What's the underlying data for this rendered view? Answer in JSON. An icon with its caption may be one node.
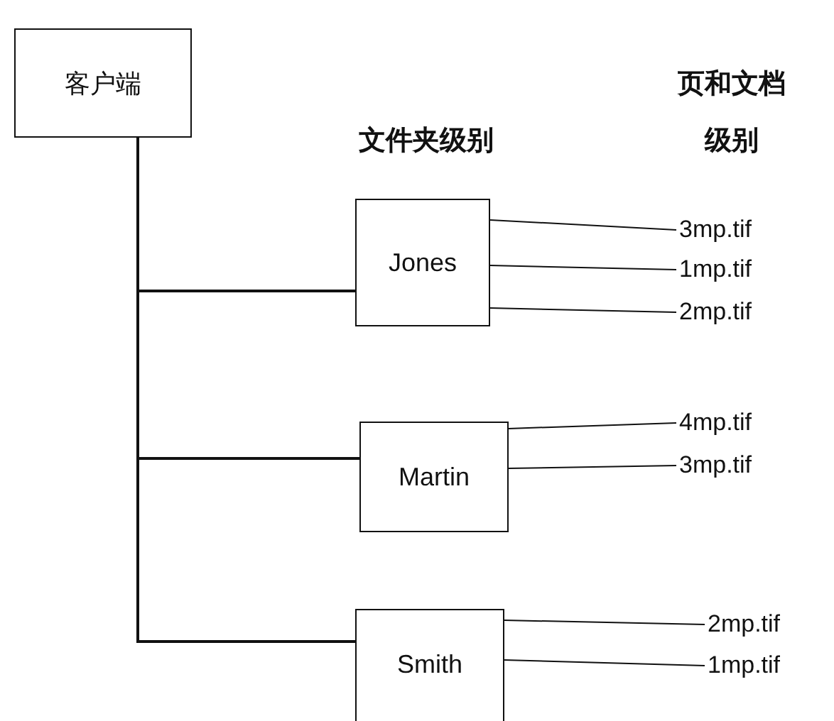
{
  "diagram": {
    "nodes": [
      {
        "text": [
          "客户端"
        ]
      },
      {
        "text": [
          "Jones"
        ]
      },
      {
        "text": [
          "3mp.tif"
        ]
      },
      {
        "text": [
          "1mp.tif"
        ]
      },
      {
        "text": [
          "2mp.tif"
        ]
      },
      {
        "text": [
          "Martin"
        ]
      },
      {
        "text": [
          "4mp.tif"
        ]
      },
      {
        "text": [
          "3mp.tif"
        ]
      },
      {
        "text": [
          "Smith"
        ]
      },
      {
        "text": [
          "2mp.tif"
        ]
      },
      {
        "text": [
          "1mp.tif"
        ]
      }
    ],
    "edges": [
      {
        "from": 0,
        "to": 1,
        "arrow": "none"
      },
      {
        "from": 0,
        "to": 5,
        "arrow": "none"
      },
      {
        "from": 0,
        "to": 8,
        "arrow": "none"
      },
      {
        "from": 1,
        "to": 2,
        "arrow": "none"
      },
      {
        "from": 1,
        "to": 3,
        "arrow": "none"
      },
      {
        "from": 1,
        "to": 4,
        "arrow": "none"
      },
      {
        "from": 5,
        "to": 6,
        "arrow": "none"
      },
      {
        "from": 5,
        "to": 7,
        "arrow": "none"
      },
      {
        "from": 8,
        "to": 9,
        "arrow": "none"
      },
      {
        "from": 8,
        "to": 10,
        "arrow": "none"
      }
    ],
    "labels": [
      "页和文档级别",
      "文件夹级别"
    ]
  }
}
